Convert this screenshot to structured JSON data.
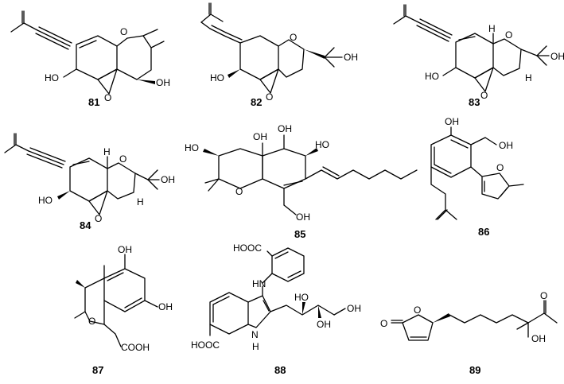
{
  "compounds": [
    {
      "number": "81",
      "labels": [
        "O",
        "HO",
        "OH",
        "O"
      ]
    },
    {
      "number": "82",
      "labels": [
        "O",
        "OH",
        "HO",
        "O"
      ]
    },
    {
      "number": "83",
      "labels": [
        "H",
        "O",
        "OH",
        "HO",
        "O",
        "H"
      ]
    },
    {
      "number": "84",
      "labels": [
        "H",
        "O",
        "OH",
        "HO",
        "O",
        "H"
      ]
    },
    {
      "number": "85",
      "labels": [
        "HO",
        "OH",
        "OH",
        "HO",
        "O",
        "OH"
      ]
    },
    {
      "number": "86",
      "labels": [
        "OH",
        "OH",
        "O"
      ]
    },
    {
      "number": "87",
      "labels": [
        "OH",
        "OH",
        "O",
        "COOH"
      ]
    },
    {
      "number": "88",
      "labels": [
        "HOOC",
        "HN",
        "HO",
        "OH",
        "OH",
        "HOOC",
        "N",
        "H"
      ]
    },
    {
      "number": "89",
      "labels": [
        "O",
        "O",
        "O",
        "OH"
      ]
    }
  ]
}
